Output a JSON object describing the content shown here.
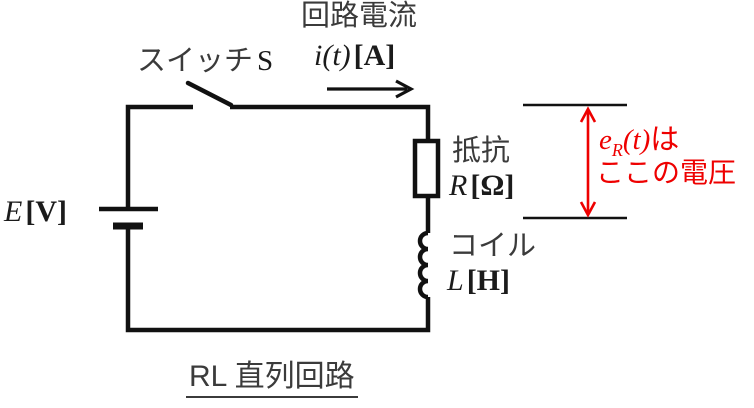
{
  "diagram": {
    "type": "circuit-diagram",
    "caption": "RL 直列回路",
    "colors": {
      "wire": "#111111",
      "label_gray": "#3b3b3b",
      "math_ink": "#1b1b1b",
      "accent_red": "#ee0000"
    },
    "labels": {
      "switch_jp": "スイッチ",
      "switch_symbol": "S",
      "current_name": "回路電流",
      "current_symbol": "i(t)",
      "current_unit": "[A]",
      "source_symbol": "E",
      "source_unit": "[V]",
      "resistor_jp": "抵抗",
      "resistor_symbol": "R",
      "resistor_unit": "[Ω]",
      "coil_jp": "コイル",
      "coil_symbol": "L",
      "coil_unit": "[H]",
      "voltage_note_symbol": "e",
      "voltage_note_sub": "R",
      "voltage_note_args": "(t)",
      "voltage_note_suffix": "は",
      "voltage_note_line2": "ここの電圧"
    },
    "components": [
      "voltage-source E[V]",
      "switch S (open)",
      "resistor R[Ω]",
      "inductor L[H]"
    ]
  }
}
